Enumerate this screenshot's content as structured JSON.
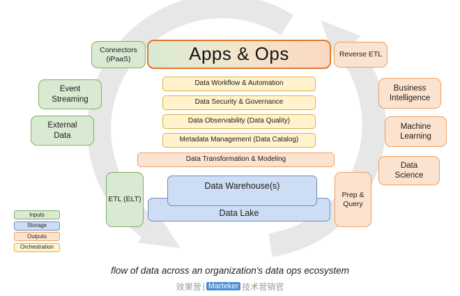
{
  "top": {
    "connectors": "Connectors (iPaaS)",
    "apps_ops": "Apps & Ops",
    "reverse_etl": "Reverse ETL"
  },
  "inputs": {
    "event_streaming": "Event Streaming",
    "external_data": "External Data",
    "etl": "ETL (ELT)"
  },
  "orchestration": {
    "items": [
      "Data Workflow & Automation",
      "Data Security & Governance",
      "Data Observability (Data Quality)",
      "Metadata Management (Data Catalog)"
    ]
  },
  "pipeline": {
    "transformation": "Data Transformation & Modeling"
  },
  "storage": {
    "warehouse": "Data Warehouse(s)",
    "lake": "Data Lake"
  },
  "outputs": {
    "prep_query": "Prep & Query",
    "items": [
      "Business Intelligence",
      "Machine Learning",
      "Data Science"
    ]
  },
  "legend": {
    "items": [
      {
        "label": "Inputs",
        "fill": "#d9ead3",
        "border": "#7fae63"
      },
      {
        "label": "Storage",
        "fill": "#cdddf4",
        "border": "#6c8ebf"
      },
      {
        "label": "Outputs",
        "fill": "#fce3cf",
        "border": "#ef9e5e"
      },
      {
        "label": "Orchestration",
        "fill": "#fff2cc",
        "border": "#ddb245"
      }
    ]
  },
  "caption": "flow of data across an organization's data ops ecosystem",
  "watermark": {
    "prefix": "效果营",
    "separator": "|",
    "brand": "Marteker",
    "suffix": "技术营销官"
  },
  "colors": {
    "apps_ops_border": "#e0782a",
    "cycle_arrows": "#e7e7e7"
  }
}
